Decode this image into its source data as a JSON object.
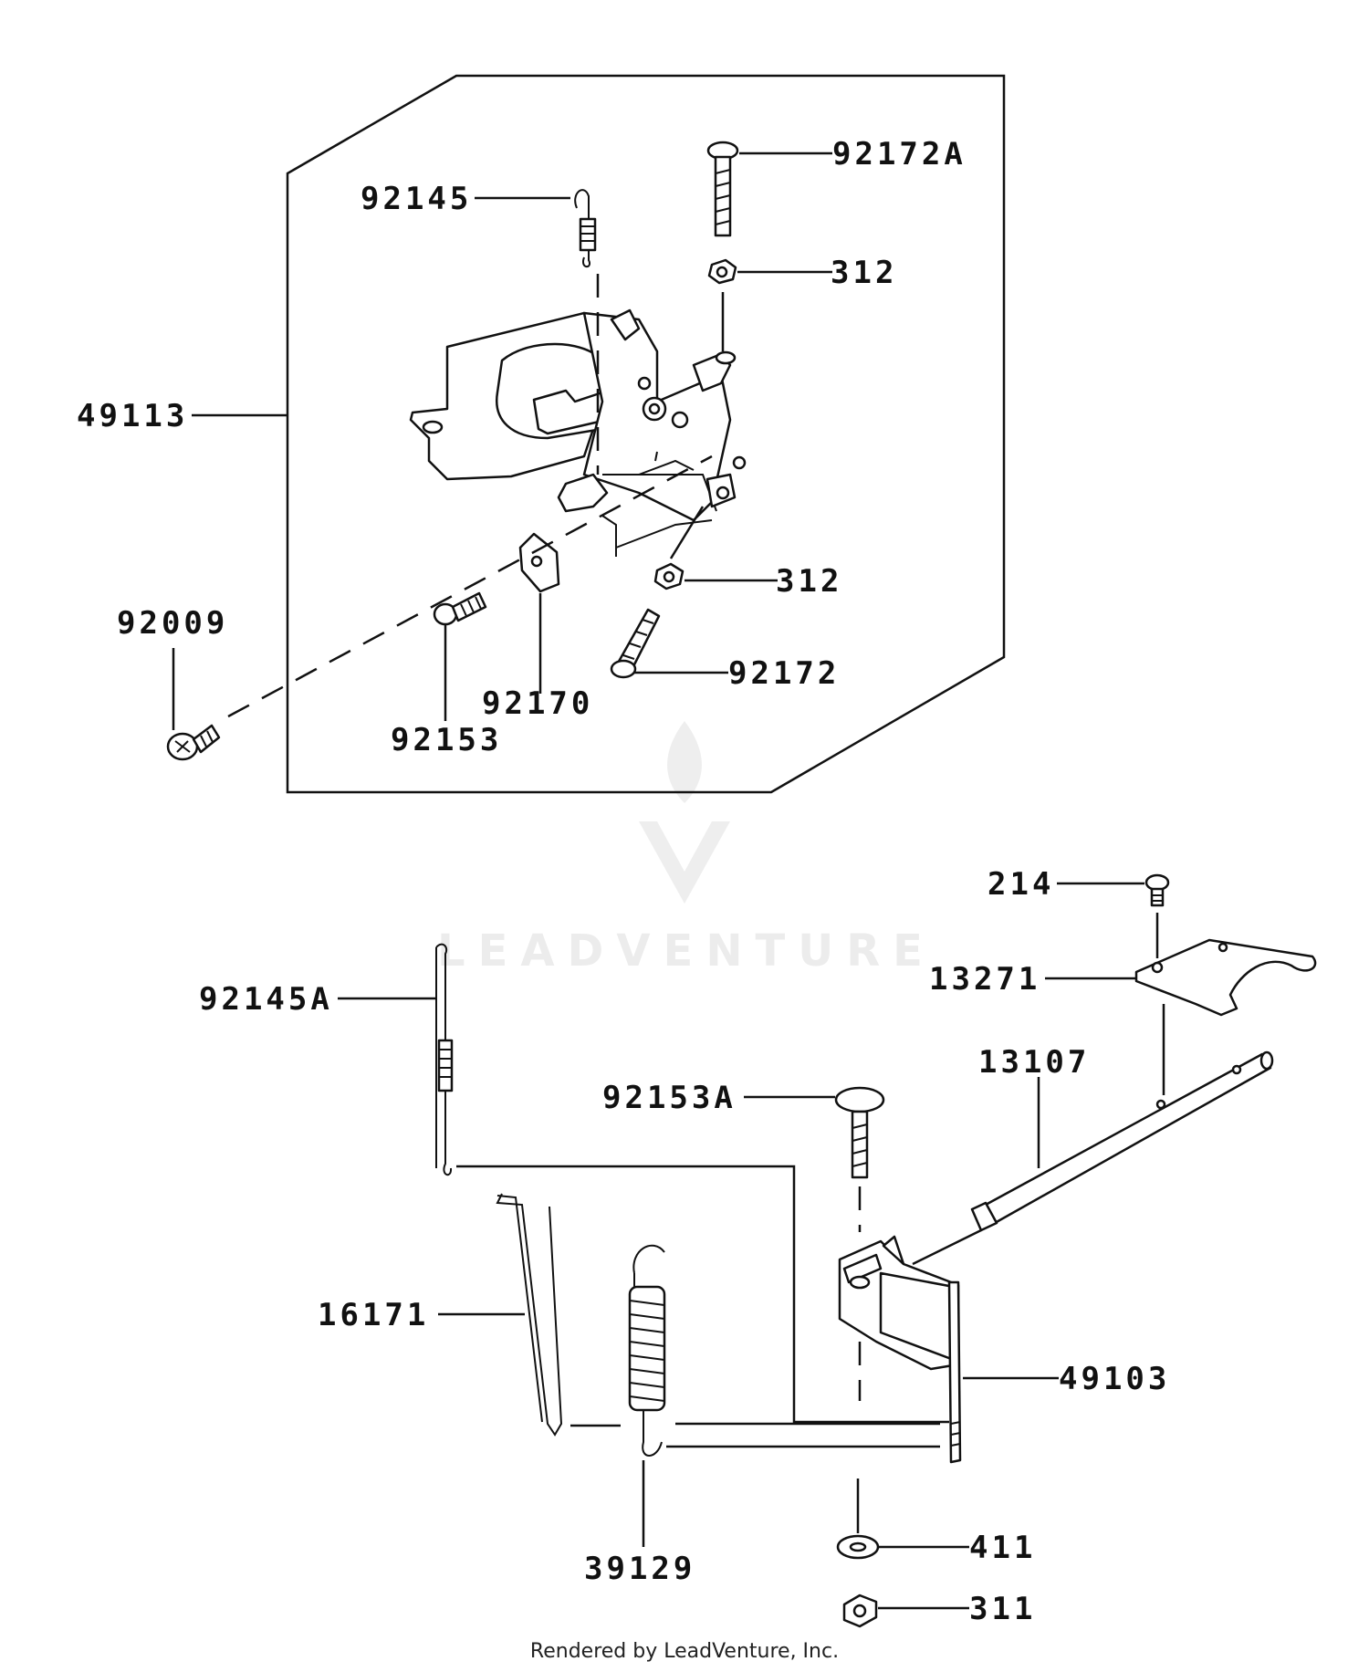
{
  "labels": {
    "p49113": "49113",
    "p92145": "92145",
    "p92172A": "92172A",
    "p312_top": "312",
    "p312_bottom": "312",
    "p92172": "92172",
    "p92009": "92009",
    "p92170": "92170",
    "p92153": "92153",
    "p214": "214",
    "p13271": "13271",
    "p92145A": "92145A",
    "p13107": "13107",
    "p92153A": "92153A",
    "p16171": "16171",
    "p49103": "49103",
    "p39129": "39129",
    "p411": "411",
    "p311": "311"
  },
  "watermark": {
    "text": "LEADVENTURE"
  },
  "footer": {
    "credit": "Rendered by LeadVenture, Inc."
  }
}
